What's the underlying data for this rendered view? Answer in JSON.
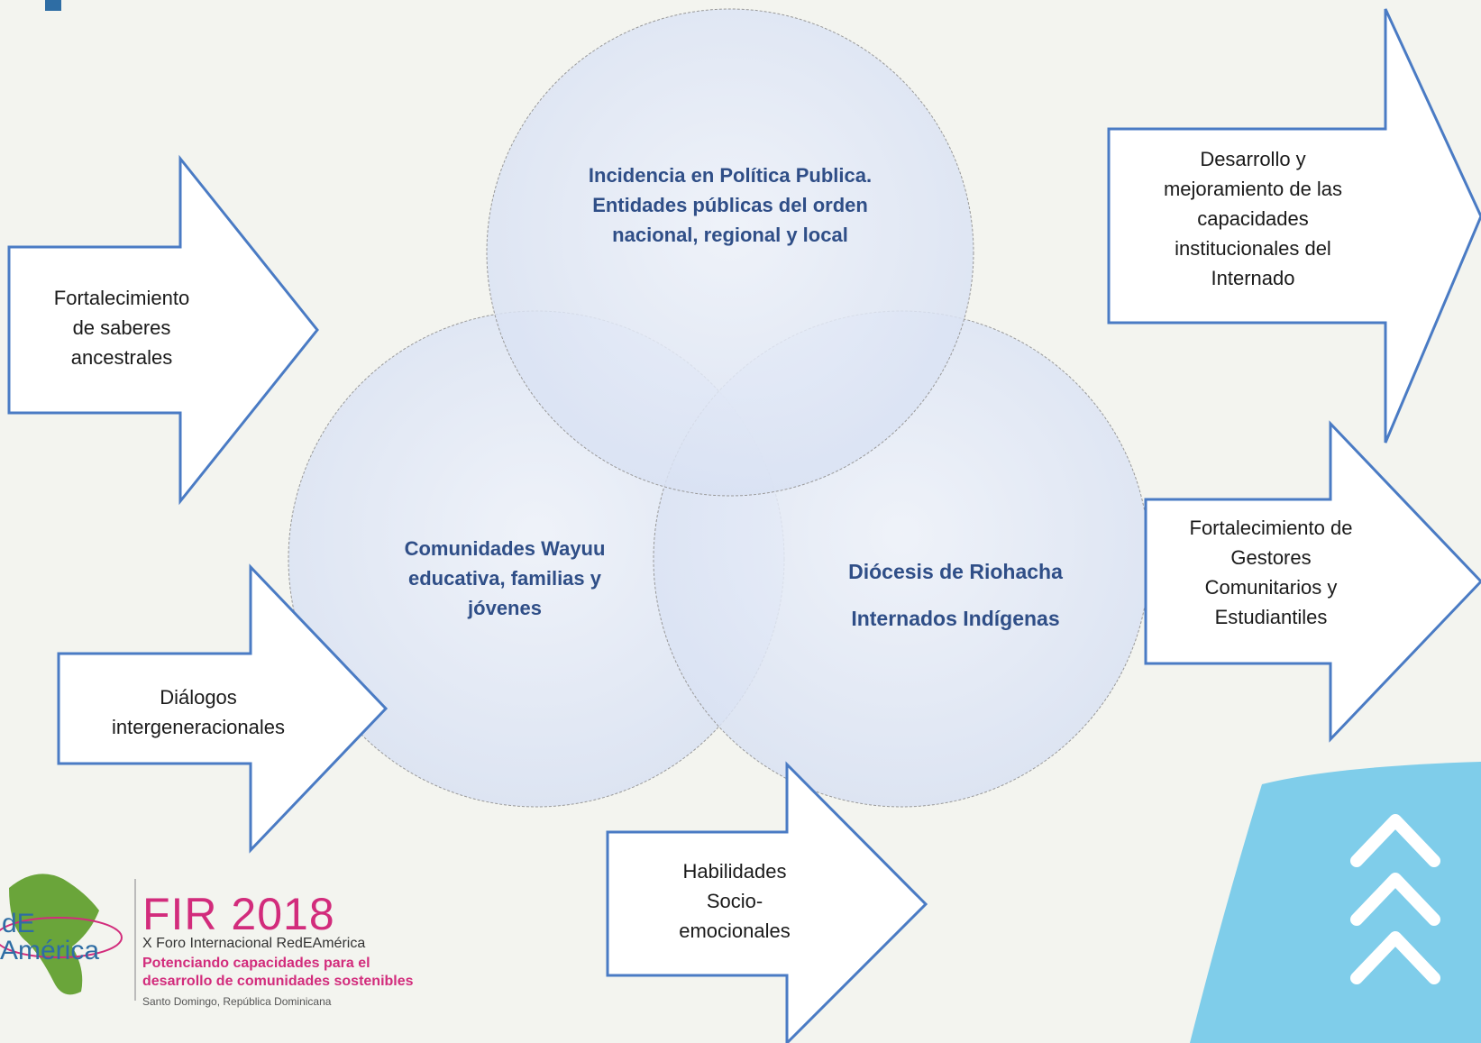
{
  "diagram": {
    "circles": {
      "top": [
        "Incidencia en Política Publica.",
        "Entidades públicas del orden",
        "nacional, regional y local"
      ],
      "left": [
        "Comunidades Wayuu",
        "educativa, familias y",
        "jóvenes"
      ],
      "right": [
        "Diócesis de Riohacha",
        "Internados Indígenas"
      ]
    },
    "arrows": {
      "saberes": [
        "Fortalecimiento",
        "de saberes",
        "ancestrales"
      ],
      "dialogos": [
        "Diálogos",
        "intergeneracionales"
      ],
      "habilidades": [
        "Habilidades",
        "Socio-",
        "emocionales"
      ],
      "desarrollo": [
        "Desarrollo y",
        "mejoramiento de las",
        "capacidades",
        "institucionales del",
        "Internado"
      ],
      "gestores": [
        "Fortalecimiento de",
        "Gestores",
        "Comunitarios y",
        "Estudiantiles"
      ]
    }
  },
  "footer": {
    "logo_text": [
      "dE",
      "América"
    ],
    "title": "FIR 2018",
    "subtitle": "X Foro Internacional RedEAmérica",
    "tagline_1": "Potenciando capacidades para el",
    "tagline_2": "desarrollo de comunidades sostenibles",
    "place": "Santo Domingo, República Dominicana",
    "chevrons_icon": "triple-chevron-up-icon"
  },
  "colors": {
    "background": "#f3f4ef",
    "circle_fill": "#dfe6f5",
    "circle_label": "#2f4e87",
    "arrow_stroke": "#4a7bc4",
    "brand_pink": "#d22c7c",
    "accent_cyan": "#7fcdea"
  }
}
